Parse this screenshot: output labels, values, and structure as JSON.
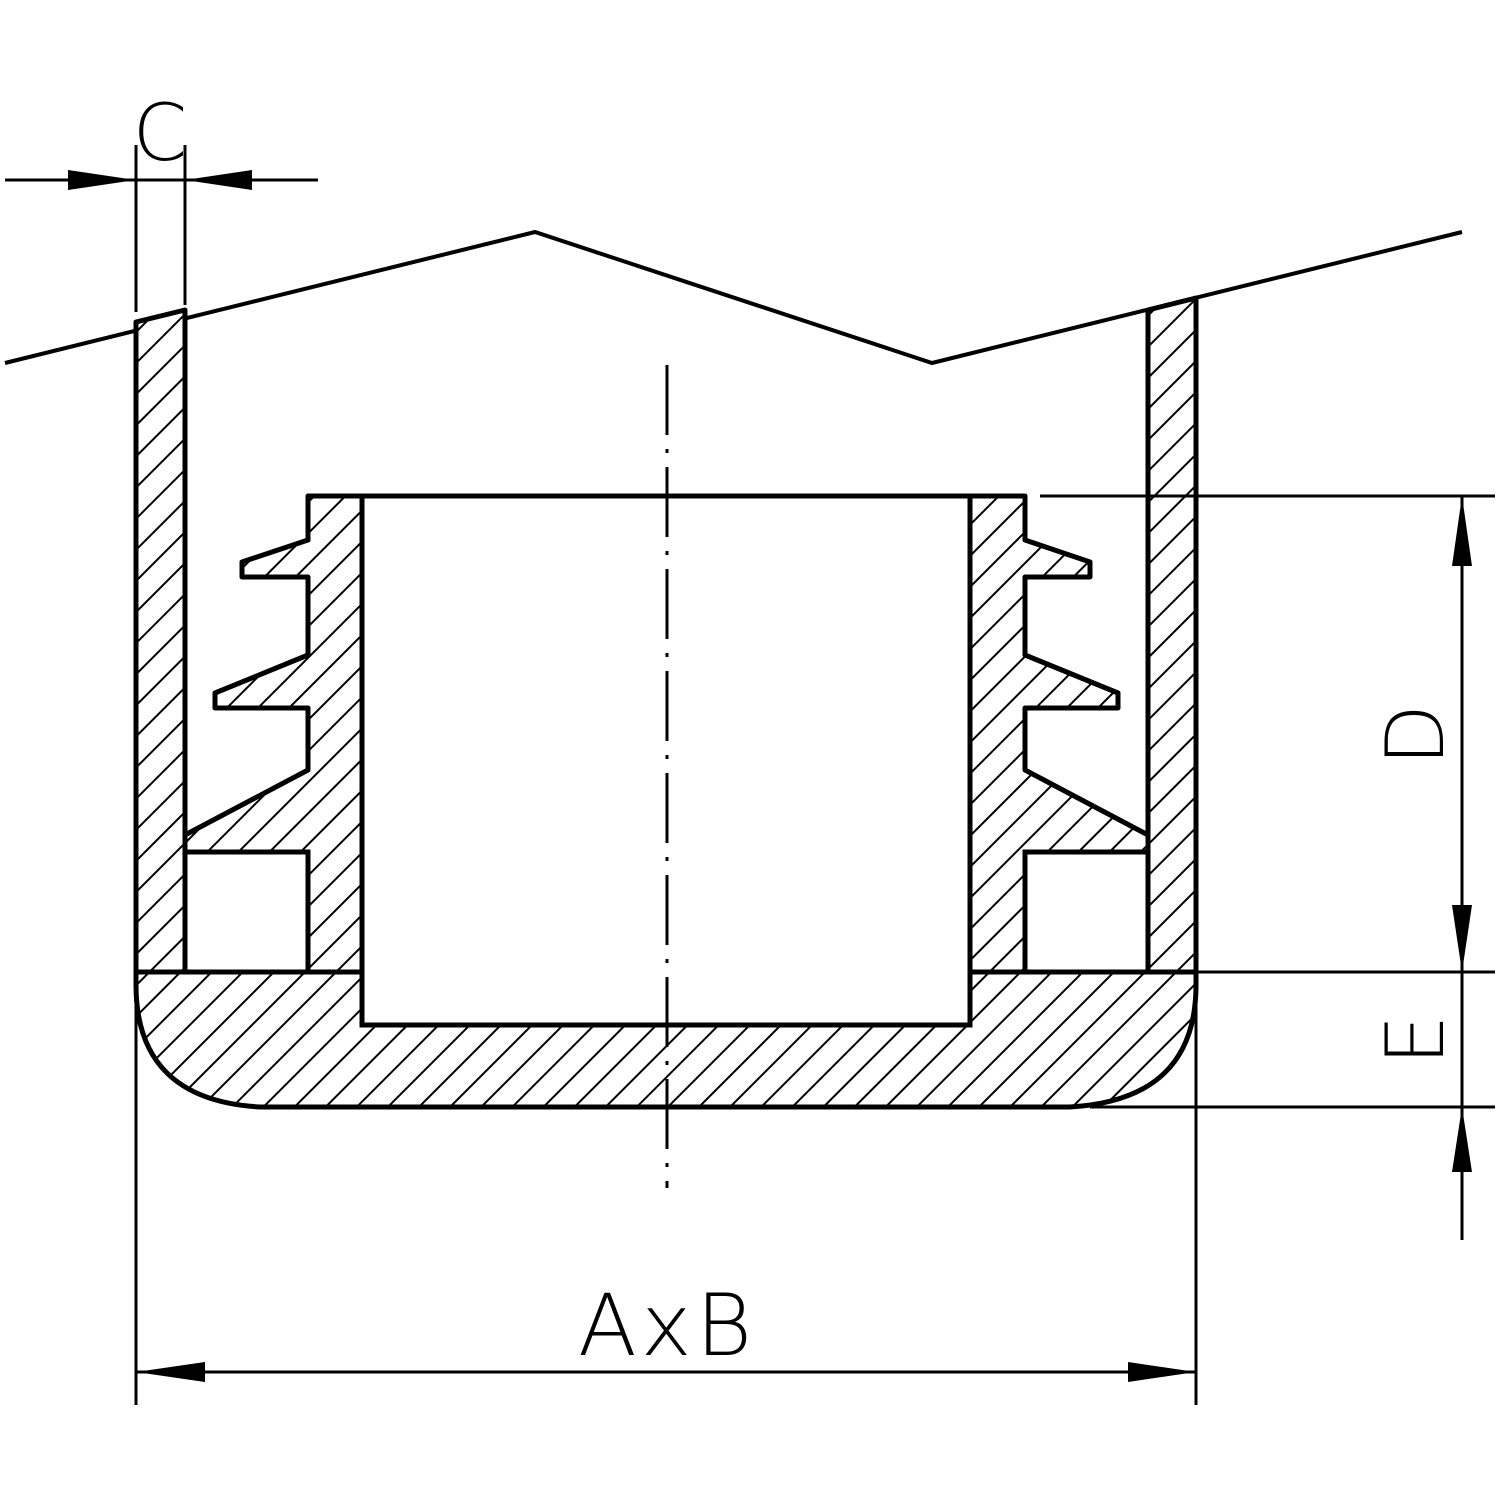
{
  "drawing": {
    "type": "section view of square tube end cap insert",
    "line_color": "#000000",
    "background": "#ffffff"
  },
  "dimensions": {
    "wall_thickness": "C",
    "insert_depth": "D",
    "cap_height": "E",
    "outer_size": "AxB"
  }
}
